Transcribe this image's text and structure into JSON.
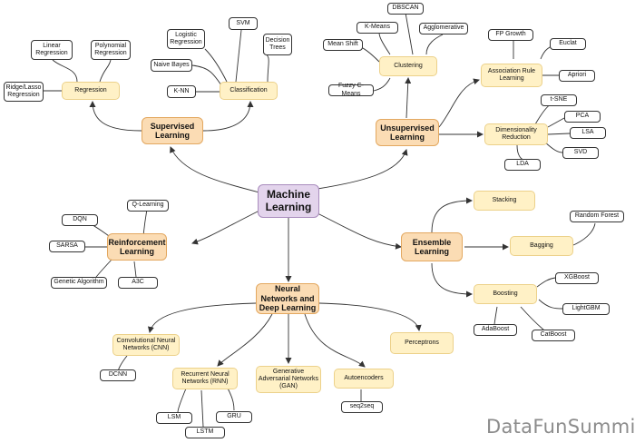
{
  "root": "Machine Learning",
  "supervised": {
    "title": "Supervised Learning",
    "regression": {
      "title": "Regression",
      "items": [
        "Linear Regression",
        "Polynomial Regression",
        "Ridge/Lasso Regression"
      ]
    },
    "classification": {
      "title": "Classification",
      "items": [
        "Logistic Regression",
        "SVM",
        "Decision Trees",
        "Naive Bayes",
        "K-NN"
      ]
    }
  },
  "unsupervised": {
    "title": "Unsupervised Learning",
    "clustering": {
      "title": "Clustering",
      "items": [
        "DBSCAN",
        "K-Means",
        "Agglomerative",
        "Mean Shift",
        "Fuzzy C-Means"
      ]
    },
    "association": {
      "title": "Association Rule Learning",
      "items": [
        "FP Growth",
        "Euclat",
        "Apriori"
      ]
    },
    "dimensionality": {
      "title": "Dimensionality Reduction",
      "items": [
        "t-SNE",
        "PCA",
        "LSA",
        "SVD",
        "LDA"
      ]
    }
  },
  "reinforcement": {
    "title": "Reinforcement Learning",
    "items": [
      "Q-Learning",
      "DQN",
      "SARSA",
      "Genetic Algorithm",
      "A3C"
    ]
  },
  "ensemble": {
    "title": "Ensemble Learning",
    "stacking": "Stacking",
    "bagging": {
      "title": "Bagging",
      "items": [
        "Random Forest"
      ]
    },
    "boosting": {
      "title": "Boosting",
      "items": [
        "XGBoost",
        "LightGBM",
        "AdaBoost",
        "CatBoost"
      ]
    }
  },
  "neural": {
    "title": "Neural Networks and Deep Learning",
    "cnn": {
      "title": "Convolutional Neural Networks (CNN)",
      "items": [
        "DCNN"
      ]
    },
    "rnn": {
      "title": "Recurrent Neural Networks (RNN)",
      "items": [
        "LSM",
        "LSTM",
        "GRU"
      ]
    },
    "gan": {
      "title": "Generative Adversarial Networks (GAN)"
    },
    "autoencoders": {
      "title": "Autoencoders",
      "items": [
        "seq2seq"
      ]
    },
    "perceptrons": {
      "title": "Perceptrons"
    }
  },
  "watermark": "DataFunSummit"
}
